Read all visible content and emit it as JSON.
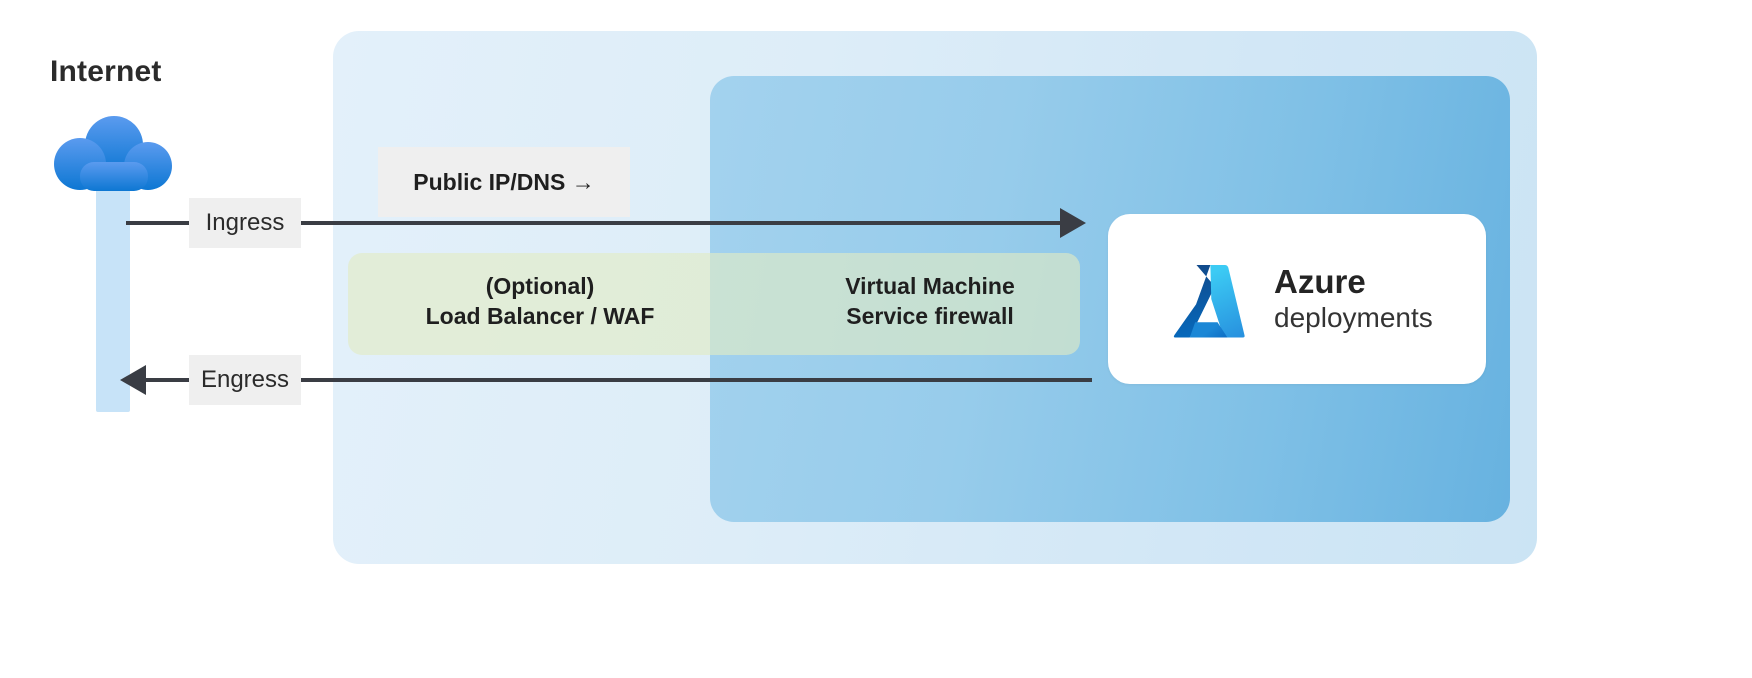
{
  "diagram": {
    "title": "Azure deployment ingress / egress network flow",
    "internet": {
      "label": "Internet",
      "icon": "cloud-icon"
    },
    "flows": [
      {
        "id": "ingress",
        "label": "Ingress",
        "direction": "right",
        "icon": "arrow-right-icon"
      },
      {
        "id": "egress",
        "label": "Engress",
        "direction": "left",
        "icon": "arrow-left-icon"
      }
    ],
    "entrypoint": {
      "label": "Public IP/DNS →"
    },
    "optional_layer": {
      "line1": "(Optional)",
      "line2": "Load Balancer / WAF"
    },
    "firewall_layer": {
      "line1": "Virtual Machine",
      "line2": "Service firewall"
    },
    "azure_card": {
      "name": "Azure",
      "subtitle": "deployments",
      "icon": "azure-logo-icon"
    },
    "colors": {
      "cloud_top": "#5B9BEF",
      "cloud_bottom": "#0E78D4",
      "internet_bar": "#C7E3F8",
      "outer_container_from": "#E3F0FA",
      "outer_container_to": "#CBE4F4",
      "inner_container_from": "#A3D2EE",
      "inner_container_to": "#67B2E0",
      "green_band": "#E2ECC4",
      "label_chip": "#EFEFEF",
      "line": "#3A3D44",
      "azure_logo_dark": "#0F4A9C",
      "azure_logo_light": "#3FC6F2",
      "text": "#2B2B2B"
    }
  }
}
